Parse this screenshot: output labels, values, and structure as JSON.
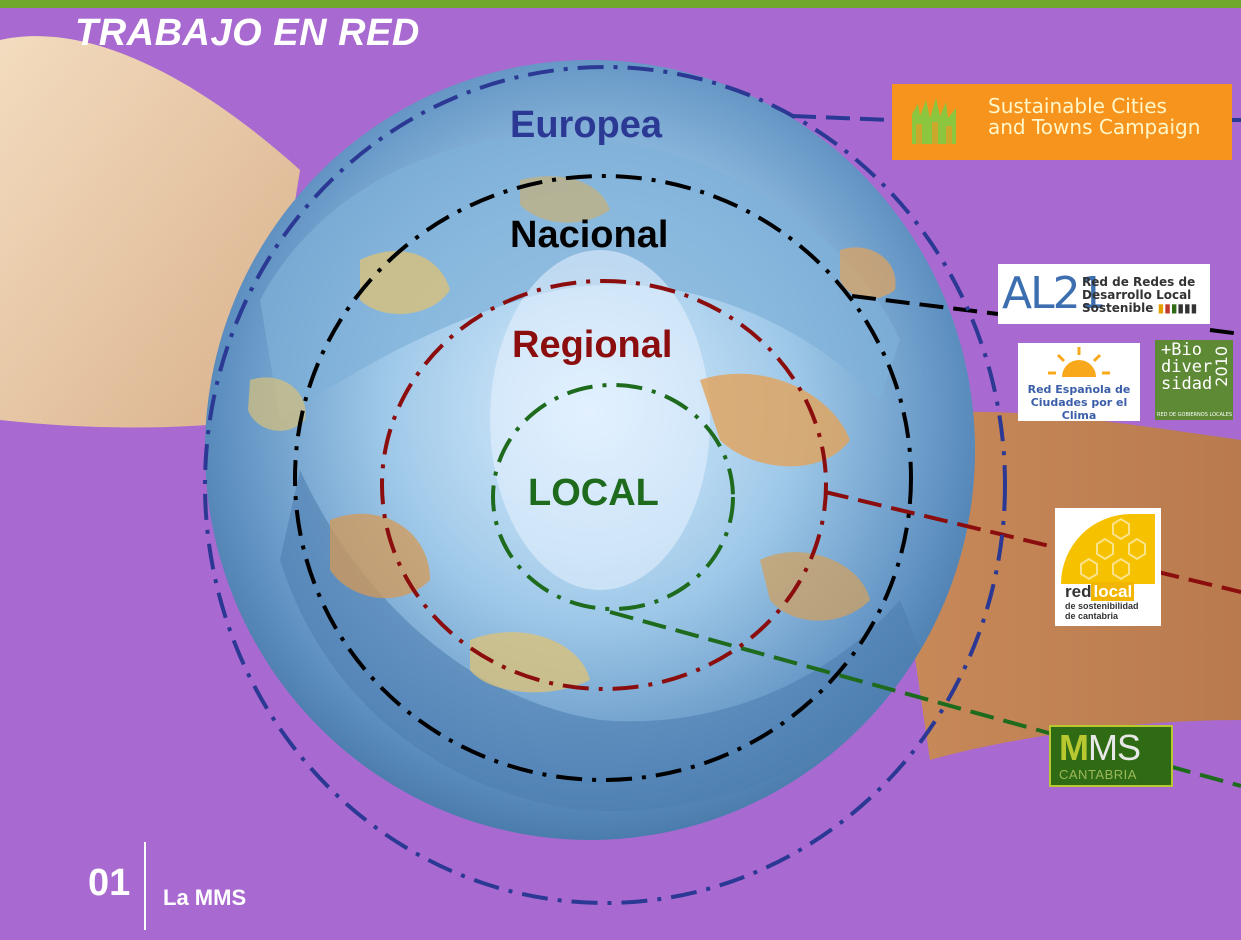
{
  "title": "TRABAJO EN RED",
  "rings": [
    {
      "label": "Europea",
      "color": "#2b3994"
    },
    {
      "label": "Nacional",
      "color": "#000000"
    },
    {
      "label": "Regional",
      "color": "#8b0d0d"
    },
    {
      "label": "LOCAL",
      "color": "#1e6b1e"
    }
  ],
  "logos": {
    "scc": {
      "line1": "Sustainable Cities",
      "line2": "and Towns Campaign"
    },
    "al21": {
      "mark": "AL21",
      "line1": "Red de Redes de",
      "line2": "Desarrollo Local",
      "line3": "Sostenible"
    },
    "recc": {
      "line1": "Red Española de",
      "line2": "Ciudades por el Clima"
    },
    "bio": {
      "line1": "+Bio",
      "line2": "diver",
      "line3": "sidad",
      "year": "2010",
      "footer": "RED DE GOBIERNOS LOCALES"
    },
    "redlocal": {
      "word1": "red",
      "word2": "local",
      "line1": "de sostenibilidad",
      "line2": "de cantabria"
    },
    "mms": {
      "mark_accent": "M",
      "mark_rest": "MS",
      "sub": "CANTABRIA"
    }
  },
  "footer": {
    "page_number": "01",
    "section": "La MMS"
  },
  "colors": {
    "topbar": "#6fa82a",
    "background": "#a86ad0",
    "europea": "#2b3994",
    "nacional": "#000000",
    "regional": "#8b0d0d",
    "local": "#1e6b1e"
  }
}
